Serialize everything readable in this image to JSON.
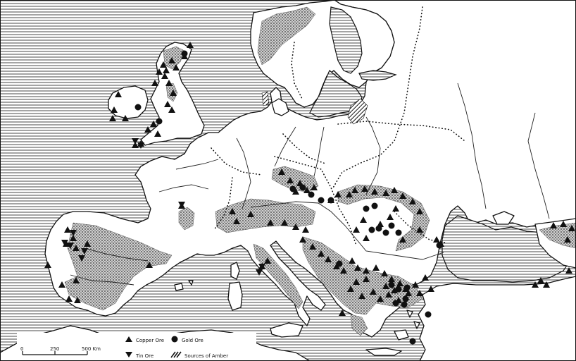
{
  "legend": {
    "copper": "Copper Ore",
    "gold": "Gold Ore",
    "tin": "Tin Ore",
    "amber": "Sources of Amber"
  },
  "scale": {
    "zero": "0",
    "mid": "250",
    "end": "500 Km"
  },
  "symbols": {
    "copper": "filled-triangle-up",
    "tin": "filled-triangle-down",
    "gold": "filled-circle",
    "amber": "hatched-bars"
  },
  "colors": {
    "ink": "#111111",
    "paper": "#ffffff"
  }
}
